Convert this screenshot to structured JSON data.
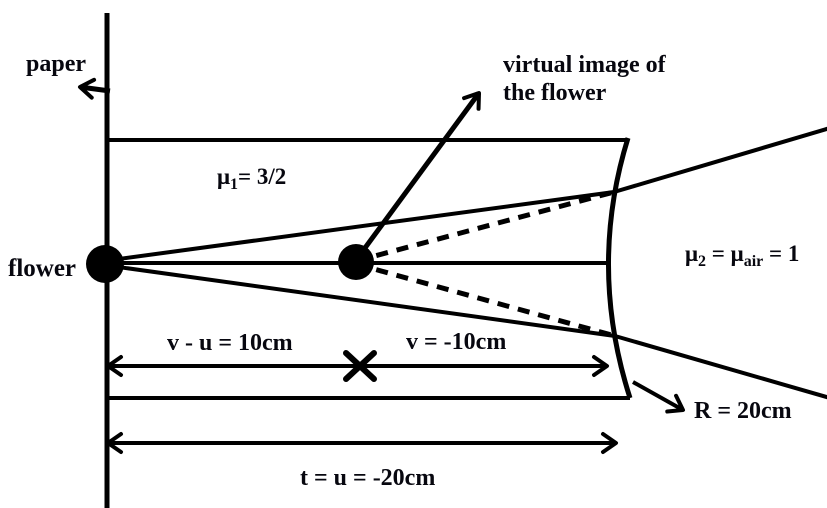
{
  "figure": {
    "type": "physics-optics-refraction-diagram",
    "labels": {
      "paper": "paper",
      "flower": "flower",
      "virtual_image_line1": "virtual image of",
      "virtual_image_line2": "the flower",
      "mu1": {
        "symbol": "μ",
        "sub": "1",
        "value": "= 3/2"
      },
      "mu2": {
        "symbol": "μ",
        "sub": "2",
        "eq": " = ",
        "symbol2": "μ",
        "sub2": "air",
        "value": " = 1"
      },
      "dim_v_minus_u": "v - u = 10cm",
      "dim_v": "v = -10cm",
      "dim_t": "t = u = -20cm",
      "radius": "R = 20cm"
    },
    "values": {
      "mu1": "3/2",
      "mu2": "1",
      "v_minus_u_cm": "10",
      "v_cm": "-10",
      "t_u_cm": "-20",
      "R_cm": "20"
    },
    "colors": {
      "ink": "#000000",
      "text": "#07070f",
      "background": "#ffffff"
    }
  }
}
